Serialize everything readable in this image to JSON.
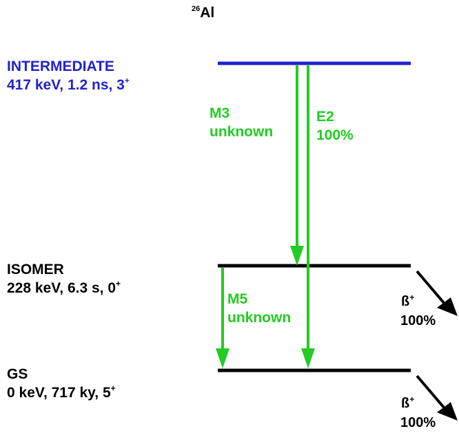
{
  "title": {
    "mass": "26",
    "element": "Al"
  },
  "levels": {
    "intermediate": {
      "name": "INTERMEDIATE",
      "info": "417 keV, 1.2 ns, 3",
      "parity": "+",
      "color": "#2222cc"
    },
    "isomer": {
      "name": "ISOMER",
      "info": "228 keV, 6.3 s, 0",
      "parity": "+",
      "color": "#000000"
    },
    "gs": {
      "name": "GS",
      "info": "0 keV, 717 ky, 5",
      "parity": "+",
      "color": "#000000"
    }
  },
  "transitions": {
    "m3": {
      "type": "M3",
      "branching": "unknown",
      "color": "#22cc22"
    },
    "e2": {
      "type": "E2",
      "branching": "100%",
      "color": "#22cc22"
    },
    "m5": {
      "type": "M5",
      "branching": "unknown",
      "color": "#22cc22"
    }
  },
  "beta_decays": {
    "isomer": {
      "label": "ß",
      "charge": "+",
      "branching": "100%"
    },
    "gs": {
      "label": "ß",
      "charge": "+",
      "branching": "100%"
    }
  }
}
